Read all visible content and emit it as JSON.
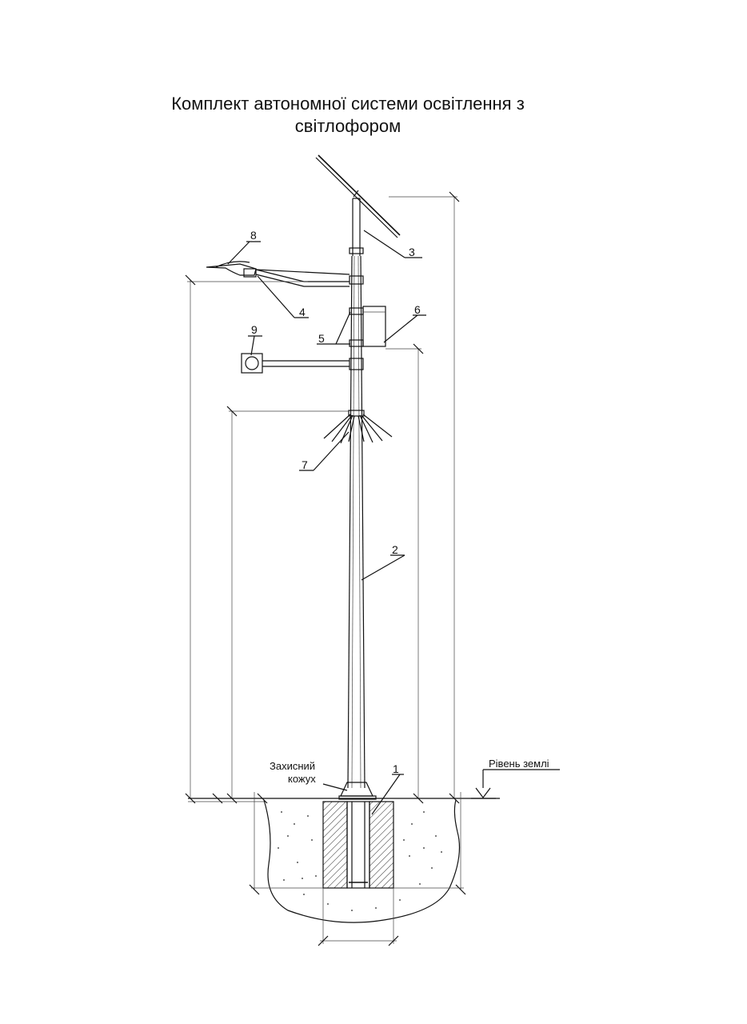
{
  "title": {
    "line1": "Комплект автономної системи освітлення з",
    "line2": "світлофором"
  },
  "labels": {
    "c1": "1",
    "c2": "2",
    "c3": "3",
    "c4": "4",
    "c5": "5",
    "c6": "6",
    "c7": "7",
    "c8": "8",
    "c9": "9",
    "cover_line1": "Захисний",
    "cover_line2": "кожух",
    "ground_level": "Рівень землі"
  }
}
